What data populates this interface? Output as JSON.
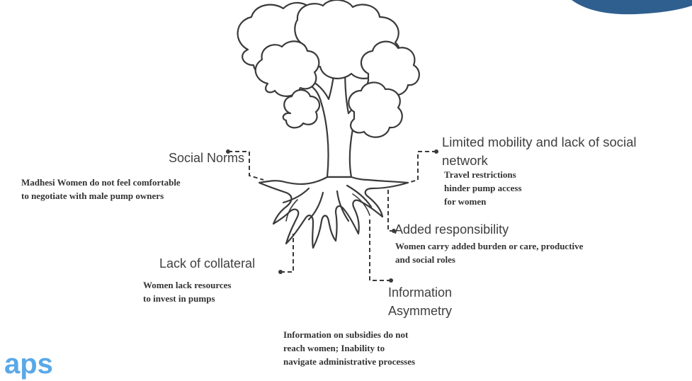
{
  "decor": {
    "accent_color": "#2e5f8f",
    "heading_fragment": "aps",
    "heading_fragment_color": "#5aa8e8"
  },
  "diagram": {
    "central_image": "tree-with-roots-icon",
    "barriers": [
      {
        "title_lines": [
          "Social Norms"
        ],
        "description_lines": [
          "Madhesi Women do not feel comfortable",
          "to negotiate with male pump owners"
        ]
      },
      {
        "title_lines": [
          "Limited mobility and lack of social",
          "network"
        ],
        "description_lines": [
          "Travel restrictions",
          "hinder pump access",
          "for women"
        ]
      },
      {
        "title_lines": [
          "Added responsibility"
        ],
        "description_lines": [
          "Women carry added burden or care, productive",
          "and social roles"
        ]
      },
      {
        "title_lines": [
          "Lack of collateral"
        ],
        "description_lines": [
          "Women lack resources",
          "to invest in pumps"
        ]
      },
      {
        "title_lines": [
          "Information",
          "Asymmetry"
        ],
        "description_lines": [
          "Information on subsidies do not",
          "reach women; Inability to",
          "navigate administrative processes"
        ]
      }
    ]
  }
}
